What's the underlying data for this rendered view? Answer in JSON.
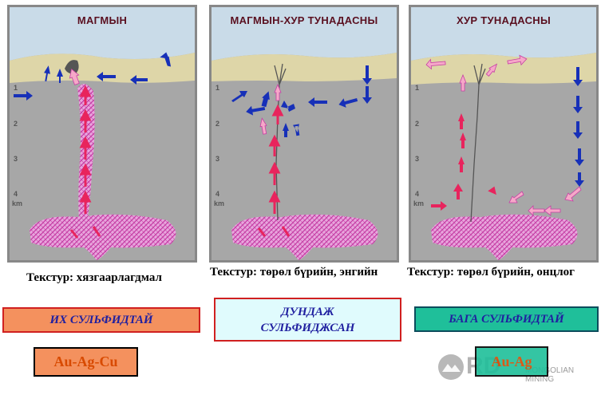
{
  "panels": [
    {
      "title": "МАГМЫН",
      "texture": "Текстур: хязгаарлагдмал"
    },
    {
      "title": "МАГМЫН-ХУР ТУНАДАСНЫ",
      "texture": "Текстур: төрөл бүрийн, энгийн"
    },
    {
      "title": "ХУР ТУНАДАСНЫ",
      "texture": "Текстур: төрөл бүрийн, онцлог"
    }
  ],
  "depth_labels": [
    "1",
    "2",
    "3",
    "4",
    "km"
  ],
  "categories": [
    {
      "label": "ИХ СУЛЬФИДТАЙ",
      "color": "#f4915e",
      "metals": "Au-Ag-Cu"
    },
    {
      "label_line1": "ДУНДАЖ",
      "label_line2": "СУЛЬФИДЖСАН",
      "color": "#e0fbfd"
    },
    {
      "label": "БАГА СУЛЬФИДТАЙ",
      "color": "#1fbf9a",
      "metals": "Au-Ag"
    }
  ],
  "watermark": {
    "logo": "RD",
    "text": "MONGOLIAN MINING"
  },
  "colors": {
    "sky": "#c9dbe8",
    "surface": "#ded6a8",
    "rock": "#a7a7a7",
    "magma": "#e8a5dd",
    "magma_line": "#c63fa5",
    "arrow_blue": "#1730b8",
    "arrow_red": "#e8245d",
    "arrow_pink": "#f6a8c8",
    "text_blue": "#2020a0",
    "metal_text": "#d84a00"
  }
}
